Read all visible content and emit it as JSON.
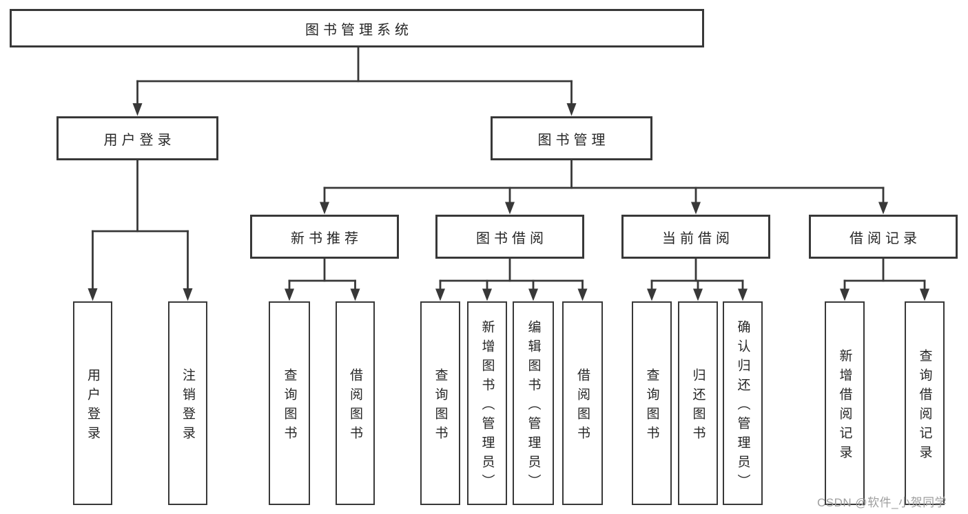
{
  "diagram_title": "图书管理系统",
  "nodes": {
    "root": "图书管理系统",
    "user_login": "用户登录",
    "book_mgmt": "图书管理",
    "new_book_rec": "新书推荐",
    "book_borrow": "图书借阅",
    "current_borrow": "当前借阅",
    "borrow_record": "借阅记录",
    "login": "用户登录",
    "logout": "注销登录",
    "nb_query": "查询图书",
    "nb_borrow": "借阅图书",
    "bb_query": "查询图书",
    "bb_add": "新增图书（管理员）",
    "bb_edit": "编辑图书（管理员）",
    "bb_borrow": "借阅图书",
    "cb_query": "查询图书",
    "cb_return": "归还图书",
    "cb_confirm": "确认归还（管理员）",
    "br_add": "新增借阅记录",
    "br_query": "查询借阅记录"
  },
  "watermark": "CSDN @软件_小贺同学",
  "colors": {
    "line": "#383838",
    "text": "#262626",
    "watermark": "#9e9e9e",
    "background": "#ffffff"
  }
}
